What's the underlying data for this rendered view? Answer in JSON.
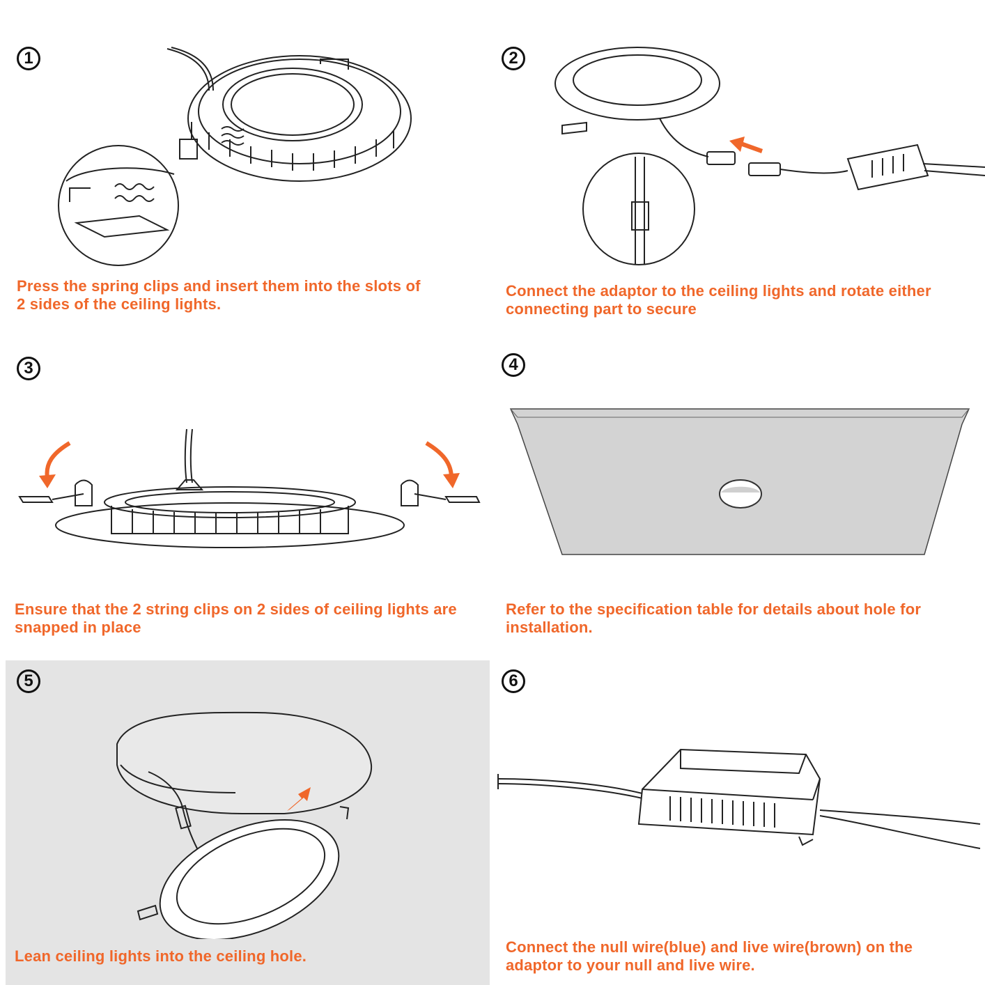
{
  "accent_color": "#f0672a",
  "steps": [
    {
      "number": "1",
      "caption": "Press the spring clips and insert them into the slots of\n2 sides of the ceiling lights."
    },
    {
      "number": "2",
      "caption": "Connect the adaptor to the ceiling lights and rotate either\nconnecting part to secure"
    },
    {
      "number": "3",
      "caption": "Ensure that the 2 string clips on 2 sides of ceiling lights are\nsnapped in place"
    },
    {
      "number": "4",
      "caption": "Refer to the specification table for details about hole for\ninstallation."
    },
    {
      "number": "5",
      "caption": "Lean ceiling lights into the ceiling hole."
    },
    {
      "number": "6",
      "caption": "Connect the null wire(blue) and live wire(brown) on the\nadaptor to your null and live wire."
    }
  ]
}
